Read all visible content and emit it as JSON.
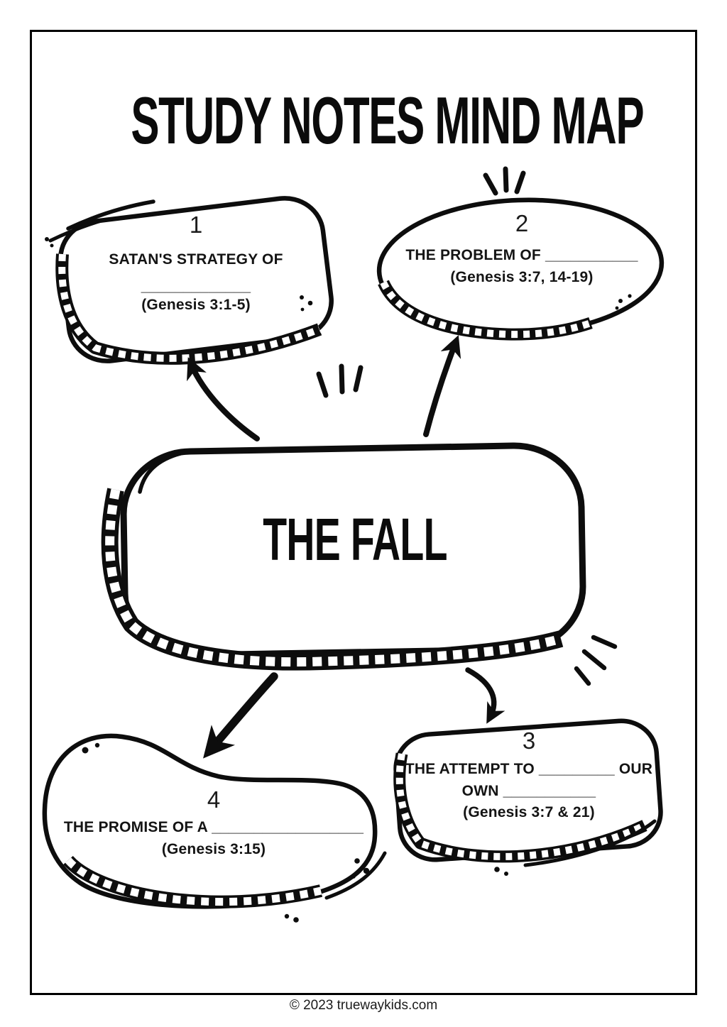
{
  "page": {
    "title": "STUDY NOTES MIND MAP",
    "footer": "© 2023 truewaykids.com"
  },
  "colors": {
    "ink": "#0d0d0d",
    "paper": "#ffffff"
  },
  "map": {
    "center": {
      "label": "THE FALL"
    },
    "node1": {
      "number": "1",
      "line1": "SATAN'S STRATEGY OF",
      "line2": "_____________",
      "line3": "(Genesis 3:1-5)"
    },
    "node2": {
      "number": "2",
      "line1": "THE PROBLEM OF ___________",
      "line2": "(Genesis 3:7, 14-19)"
    },
    "node3": {
      "number": "3",
      "line1": "THE ATTEMPT TO _________ OUR",
      "line2": "OWN ___________",
      "line3": "(Genesis 3:7 & 21)"
    },
    "node4": {
      "number": "4",
      "line1": "THE PROMISE OF A __________________",
      "line2": "(Genesis 3:15)"
    }
  }
}
